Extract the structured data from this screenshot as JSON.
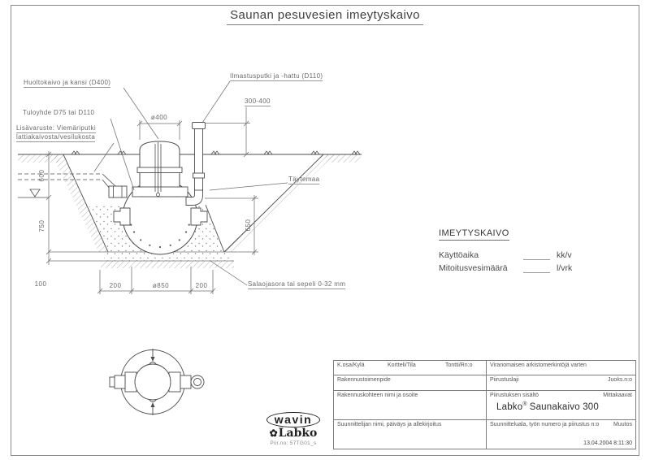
{
  "page": {
    "title": "Saunan pesuvesien imeytyskaivo"
  },
  "callouts": {
    "huoltokaivo": "Huoltokaivo ja kansi (D400)",
    "tuloyhde": "Tuloyhde D75 tai D110",
    "lisavaruste_line1": "Lisävaruste: Viemäriputki",
    "lisavaruste_line2": "lattiakaivosta/vesilukosta",
    "ilmastusputki": "Ilmastusputki ja -hattu (D110)",
    "taytemaa": "Täytemaa",
    "salaojasora": "Salaojasora tai sepeli 0-32 mm"
  },
  "dimensions": {
    "shaft_diameter": "ø400",
    "vent_height": "300-400",
    "depth_top": "600",
    "depth_mid": "750",
    "bed_thickness": "100",
    "tank_height": "650",
    "bed_left": "200",
    "tank_diameter": "ø850",
    "bed_right": "200"
  },
  "spec": {
    "heading": "IMEYTYSKAIVO",
    "rows": [
      {
        "label": "Käyttöaika",
        "unit": "kk/v"
      },
      {
        "label": "Mitoitusvesimäärä",
        "unit": "l/vrk"
      }
    ]
  },
  "title_block": {
    "kosa_kyla": "K.osa/Kylä",
    "kortteli_tila": "Kortteli/Tila",
    "tontti_rno": "Tontti/Rn:o",
    "viranomaisen": "Viranomaisen arkistomerkintöjä varten",
    "rakennustoimenpide": "Rakennustoimenpide",
    "piirustuslaji": "Piirustuslaji",
    "juoks_no": "Juoks.n:o",
    "rakennuskohteen": "Rakennuskohteen nimi ja osoite",
    "piirustuksen_sisalto": "Piirustuksen sisältö",
    "mittakaavat": "Mittakaavat",
    "content_brand": "Labko",
    "content_reg": "®",
    "content_product": "Saunakaivo 300",
    "suunnittelijan": "Suunnittelijan nimi, päiväys ja allekirjoitus",
    "suunnitteluala": "Suunnitteluala, työn numero ja piirustus n:o",
    "muutos": "Muutos",
    "datetime": "13.04.2004 8:11:30"
  },
  "logo": {
    "wavin": "wavin",
    "labko_symbol": "✿",
    "labko": "Labko",
    "piir_no": "Piir.no: 57TG01_s"
  }
}
